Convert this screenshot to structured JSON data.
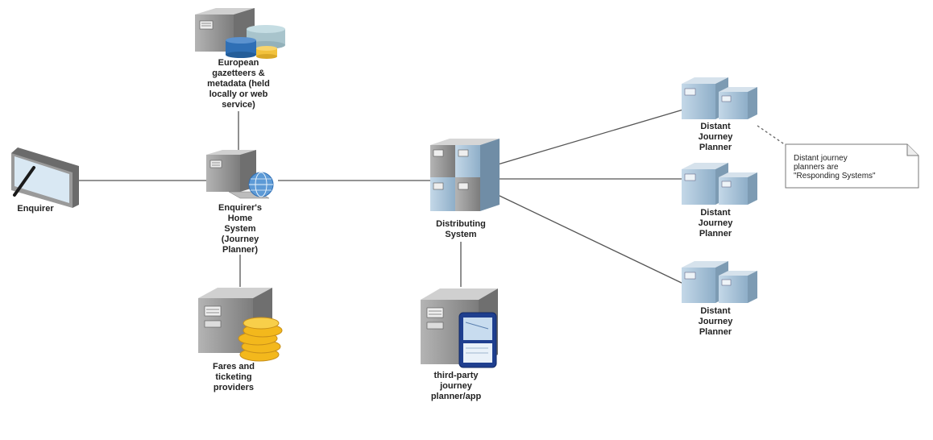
{
  "nodes": {
    "gazetteers": {
      "label": [
        "European",
        "gazetteers &",
        "metadata (held",
        "locally or web",
        "service)"
      ]
    },
    "enquirer": {
      "label": [
        "Enquirer"
      ]
    },
    "home_system": {
      "label": [
        "Enquirer's",
        "Home",
        "System",
        "(Journey",
        "Planner)"
      ]
    },
    "fares": {
      "label": [
        "Fares and",
        "ticketing",
        "providers"
      ]
    },
    "distributing": {
      "label": [
        "Distributing",
        "System"
      ]
    },
    "third_party": {
      "label": [
        "third-party",
        "journey",
        "planner/app"
      ]
    },
    "distant_1": {
      "label": [
        "Distant",
        "Journey",
        "Planner"
      ]
    },
    "distant_2": {
      "label": [
        "Distant",
        "Journey",
        "Planner"
      ]
    },
    "distant_3": {
      "label": [
        "Distant",
        "Journey",
        "Planner"
      ]
    }
  },
  "note": {
    "lines": [
      "Distant journey",
      "planners are",
      "\"Responding Systems\""
    ]
  },
  "colors": {
    "line": "#555555",
    "server_gray": "#8e8e8e",
    "server_blue": "#a9c3d8",
    "db_blue": "#2f6fb5",
    "db_teal": "#a8c4cc",
    "db_yellow": "#f2c23c",
    "coins": "#f3b81c",
    "note_border": "#777777"
  }
}
